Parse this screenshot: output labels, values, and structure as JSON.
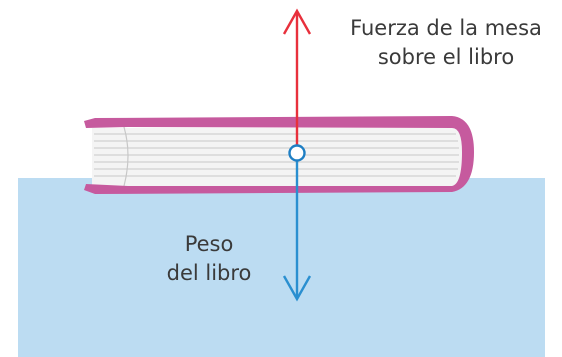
{
  "labels": {
    "force_line1": "Fuerza de la mesa",
    "force_line2": "sobre el libro",
    "weight_line1": "Peso",
    "weight_line2": "del libro"
  },
  "colors": {
    "table": "#bcdcf2",
    "book_cover": "#c65a9e",
    "book_pages": "#f4f4f4",
    "page_lines": "#c7c7c7",
    "force_arrow": "#e8303c",
    "weight_arrow": "#2a8fd0",
    "point_of_application": "#1f7fc4",
    "text": "#3a3a3a"
  }
}
